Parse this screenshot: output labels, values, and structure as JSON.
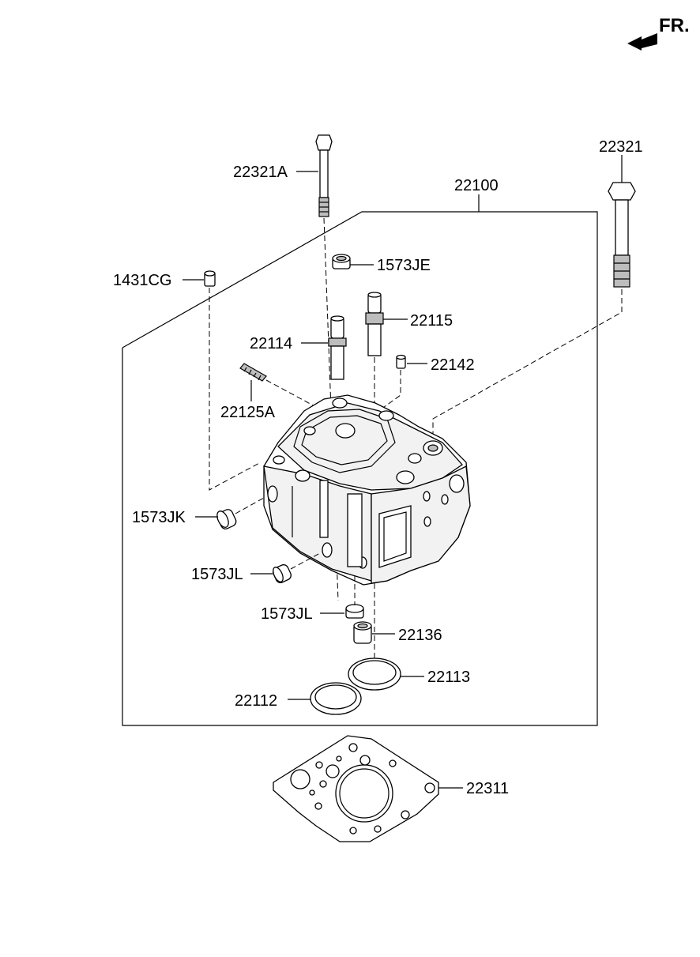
{
  "direction": {
    "label": "FR.",
    "icon": "front-direction-arrow-icon"
  },
  "assembly": {
    "label": "22100"
  },
  "parts": {
    "bolt_long": "22321A",
    "bolt_short": "22321",
    "dowel_pin": "1431CG",
    "plug_top": "1573JE",
    "intake_guide": "22114",
    "exhaust_guide": "22115",
    "pin_22142": "22142",
    "stud": "22125A",
    "plug_side": "1573JK",
    "plug_front": "1573JL",
    "plug_small": "1573JL",
    "insert_22136": "22136",
    "seat_intake": "22113",
    "seat_exhaust": "22112",
    "gasket": "22311"
  }
}
